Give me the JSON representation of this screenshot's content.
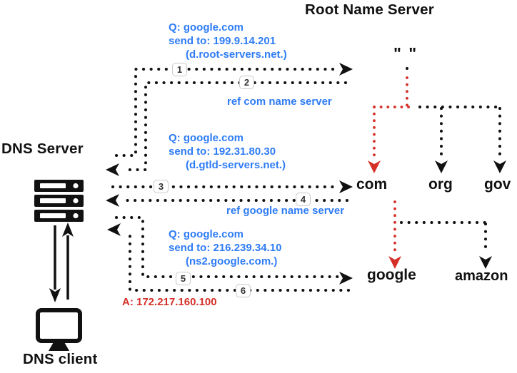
{
  "title": "Root Name Server",
  "labels": {
    "dns_server": "DNS Server",
    "dns_client": "DNS client"
  },
  "annotations": {
    "query_root": {
      "l1": "Q: google.com",
      "l2": "send to: 199.9.14.201",
      "l3": "(d.root-servers.net.)"
    },
    "ref_com": "ref com name server",
    "query_tld": {
      "l1": "Q: google.com",
      "l2": "send to: 192.31.80.30",
      "l3": "(d.gtld-servers.net.)"
    },
    "ref_google": "ref google name server",
    "query_google": {
      "l1": "Q: google.com",
      "l2": "send to: 216.239.34.10",
      "l3": "(ns2.google.com.)"
    },
    "answer": "A: 172.217.160.100"
  },
  "badges": [
    "1",
    "2",
    "3",
    "4",
    "5",
    "6"
  ],
  "tree": {
    "root": "\" \"",
    "nodes": {
      "com": "com",
      "org": "org",
      "gov": "gov",
      "google": "google",
      "amazon": "amazon"
    }
  },
  "colors": {
    "blue": "#2e7cf6",
    "red": "#d43028",
    "black": "#111111"
  }
}
